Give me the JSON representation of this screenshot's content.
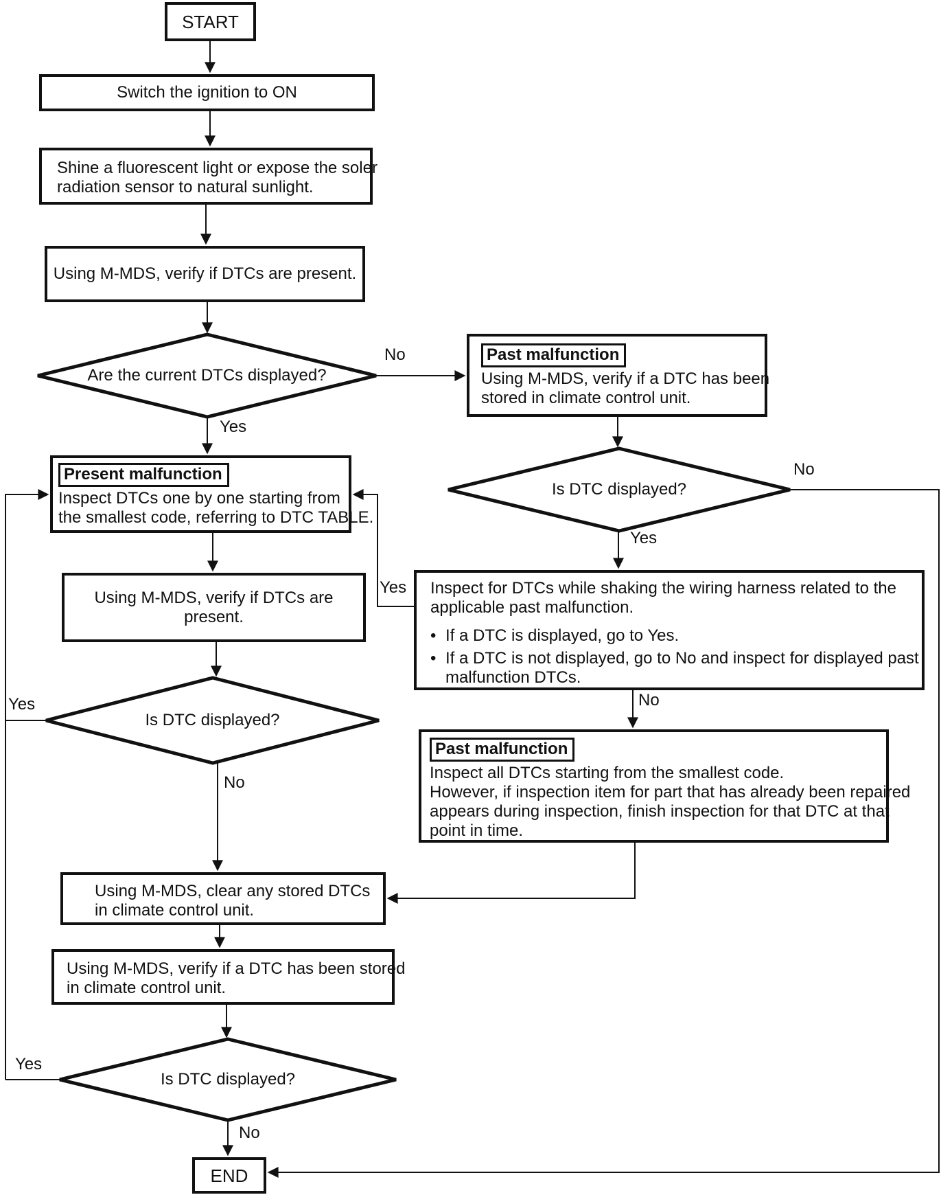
{
  "colors": {
    "ink": "#111111",
    "background": "#ffffff"
  },
  "nodes": {
    "start": {
      "label": "START"
    },
    "switch_ignition": {
      "label": "Switch the ignition to ON"
    },
    "shine_light": {
      "lines": [
        "Shine a fluorescent light or expose the soler",
        "radiation sensor to natural sunlight."
      ]
    },
    "verify_dtcs_present_1": {
      "label": "Using M-MDS, verify if DTCs are present."
    },
    "are_current_dtcs_displayed": {
      "label": "Are the current DTCs displayed?"
    },
    "past_malfunction_verify": {
      "tag": "Past malfunction",
      "lines": [
        "Using M-MDS, verify if a DTC has been",
        "stored in climate control unit."
      ]
    },
    "is_dtc_displayed_right": {
      "label": "Is DTC displayed?"
    },
    "present_malfunction": {
      "tag": "Present malfunction",
      "lines": [
        "Inspect DTCs one by one starting from",
        "the smallest code, referring to DTC TABLE."
      ]
    },
    "verify_dtcs_present_2": {
      "label": "Using M-MDS, verify if DTCs are present."
    },
    "is_dtc_displayed_left": {
      "label": "Is DTC displayed?"
    },
    "shake_harness": {
      "lines": [
        "Inspect for DTCs while shaking the wiring harness related to the",
        "applicable past malfunction."
      ],
      "bullets": [
        {
          "lines": [
            "If a DTC is displayed, go to Yes."
          ]
        },
        {
          "lines": [
            "If a DTC is not displayed, go to No and inspect for displayed past",
            "malfunction DTCs."
          ]
        }
      ]
    },
    "past_malfunction_inspect": {
      "tag": "Past malfunction",
      "lines": [
        "Inspect all DTCs starting from the smallest code.",
        "However, if inspection item for part that has already been repaired",
        "appears during inspection, finish inspection for that DTC at that",
        "point in time."
      ]
    },
    "clear_dtcs": {
      "lines": [
        "Using M-MDS, clear any stored DTCs",
        "in climate control unit."
      ]
    },
    "verify_dtc_stored": {
      "lines": [
        "Using M-MDS, verify if a DTC has been stored",
        "in climate control unit."
      ]
    },
    "is_dtc_displayed_bottom": {
      "label": "Is DTC displayed?"
    },
    "end": {
      "label": "END"
    }
  },
  "edge_labels": {
    "d1_yes": "Yes",
    "d1_no": "No",
    "d2_yes": "Yes",
    "d2_no": "No",
    "shake_yes": "Yes",
    "shake_no": "No",
    "d3_yes": "Yes",
    "d3_no": "No",
    "d4_yes": "Yes",
    "d4_no": "No"
  }
}
